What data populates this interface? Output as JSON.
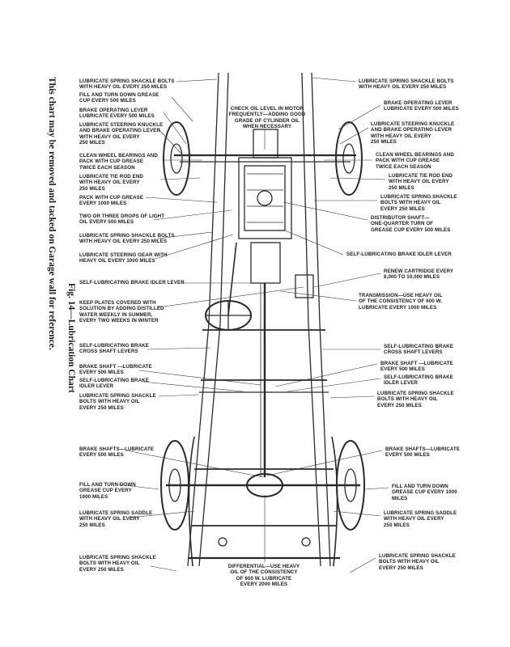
{
  "side_captions": {
    "fig_title": "Fig. 14—Lubrication Chart",
    "note": "This chart may be removed and tacked on Garage wall for reference."
  },
  "labels_left": [
    "Lubricate spring shackle bolts\nwith heavy oil every 250 miles",
    "Fill and turn down grease\ncup every 500 miles",
    "Brake operating lever\nlubricate every 500 miles",
    "Lubricate steering knuckle\nand brake operating lever\nwith heavy oil every\n250 miles",
    "Clean wheel bearings and\npack with cup grease\ntwice each season",
    "Lubricate tie rod end\nwith heavy oil every\n250 miles",
    "Pack with cup grease\nevery 1000 miles",
    "Two or three drops of light\noil every 500 miles",
    "Lubricate spring shackle bolts\nwith heavy oil every 250 miles",
    "Lubricate steering gear with\nheavy oil every 1000 miles",
    "Self-lubricating brake idler lever",
    "Keep plates covered with\nsolution by adding distilled\nwater weekly in summer,\nevery two weeks in winter",
    "Self-lubricating brake\ncross shaft levers",
    "Brake shaft —lubricate\nevery 500 miles",
    "Self-lubricating brake\nidler lever",
    "Lubricate spring shackle\nbolts with heavy oil\nevery 250 miles",
    "Brake shafts—lubricate\nevery 500 miles",
    "Fill and turn down\ngrease cup every\n1000 miles",
    "Lubricate spring saddle\nwith heavy oil every\n250 miles",
    "Lubricate spring shackle\nbolts with heavy oil\nevery 250 miles"
  ],
  "labels_right": [
    "Lubricate spring shackle bolts\nwith heavy oil every 250 miles",
    "Brake operating lever\nlubricate every 500 miles",
    "Lubricate steering knuckle\nand brake operating lever\nwith heavy oil every\n250 miles",
    "Clean wheel bearings and\npack with cup grease\ntwice each season",
    "Lubricate tie rod end\nwith heavy oil every\n250 miles",
    "Lubricate spring shackle\nbolts with heavy oil\nevery 250 miles",
    "Distributor shaft—\none-quarter turn of\ngrease cup every 500 miles",
    "Self-lubricating brake idler lever",
    "Renew cartridge every\n8,000 to 10,000 miles",
    "Transmission—use heavy oil\nof the consistency of 600 W.\nlubricate every 1000 miles",
    "Self-lubricating brake\ncross shaft levers",
    "Brake shaft —lubricate\nevery 500 miles",
    "Self-lubricating brake\nidler lever",
    "Lubricate spring shackle\nbolts with heavy oil\nevery 250 miles",
    "Brake shafts—lubricate\nevery 500 miles",
    "Fill and turn down\ngrease cup every 1000\nmiles",
    "Lubricate spring saddle\nwith heavy oil every\n250 miles",
    "Lubricate spring shackle\nbolts with heavy oil\nevery 250 miles"
  ],
  "label_top_center": "Check oil level in motor\nfrequently—adding good\ngrade of cylinder oil\nwhen necessary",
  "label_bottom_center": "Differential—use heavy\noil of the consistency\nof 600 W. lubricate\nevery 2000 miles"
}
